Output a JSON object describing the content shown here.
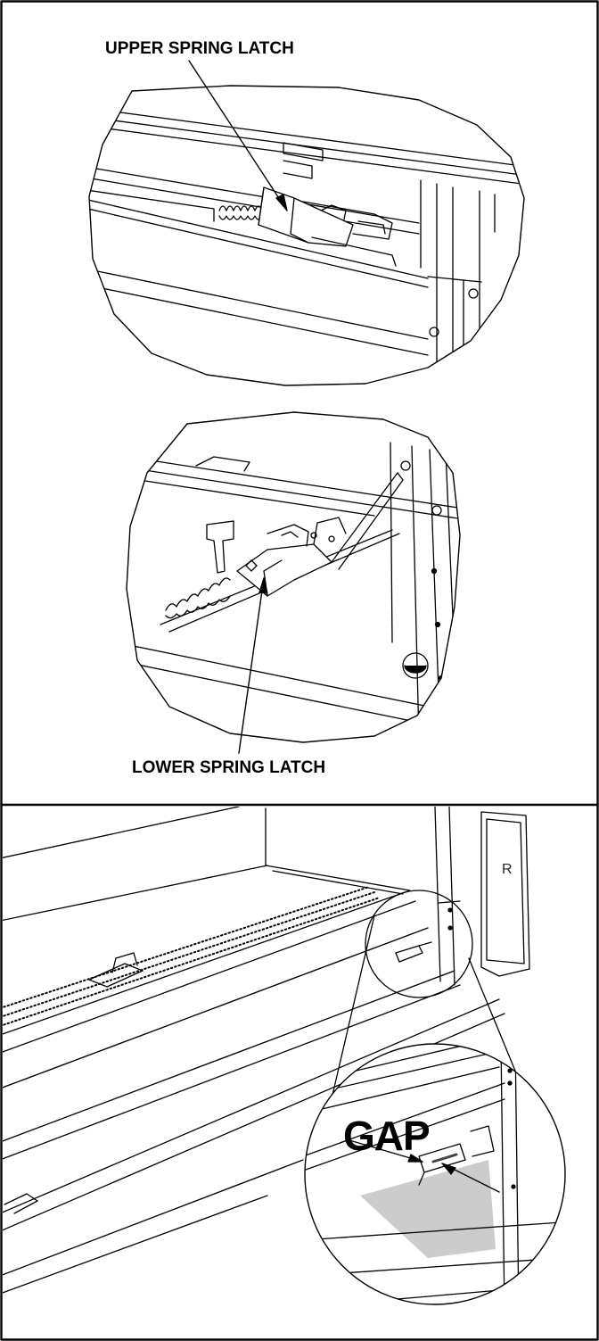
{
  "labels": {
    "upper_spring_latch": "UPPER SPRING LATCH",
    "lower_spring_latch": "LOWER SPRING LATCH",
    "gap": "GAP",
    "side_mark": "R"
  },
  "colors": {
    "line": "#000000",
    "paper": "#ffffff",
    "shade": "#9a9a9a"
  }
}
